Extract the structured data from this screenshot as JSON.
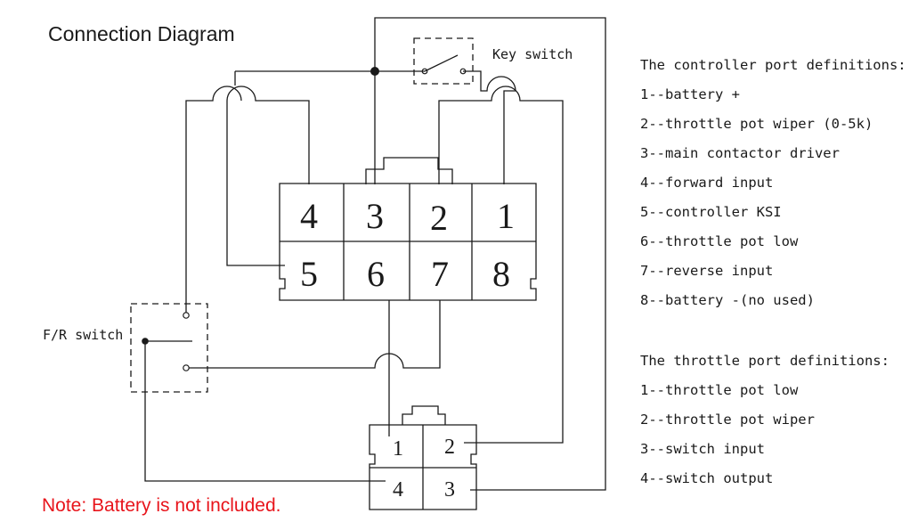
{
  "title": "Connection Diagram",
  "note": "Note: Battery is not included.",
  "key_switch_label": "Key switch",
  "fr_switch_label": "F/R switch",
  "controller_pins": [
    "4",
    "3",
    "2",
    "1",
    "5",
    "6",
    "7",
    "8"
  ],
  "throttle_pins": [
    "1",
    "2",
    "4",
    "3"
  ],
  "controller_definitions": {
    "heading": "The controller port definitions:",
    "items": [
      "1--battery +",
      "2--throttle pot wiper (0-5k)",
      "3--main contactor driver",
      "4--forward input",
      "5--controller KSI",
      "6--throttle pot low",
      "7--reverse input",
      "8--battery -(no used)"
    ]
  },
  "throttle_definitions": {
    "heading": "The throttle port definitions:",
    "items": [
      "1--throttle pot low",
      "2--throttle pot wiper",
      "3--switch input",
      "4--switch output"
    ]
  }
}
